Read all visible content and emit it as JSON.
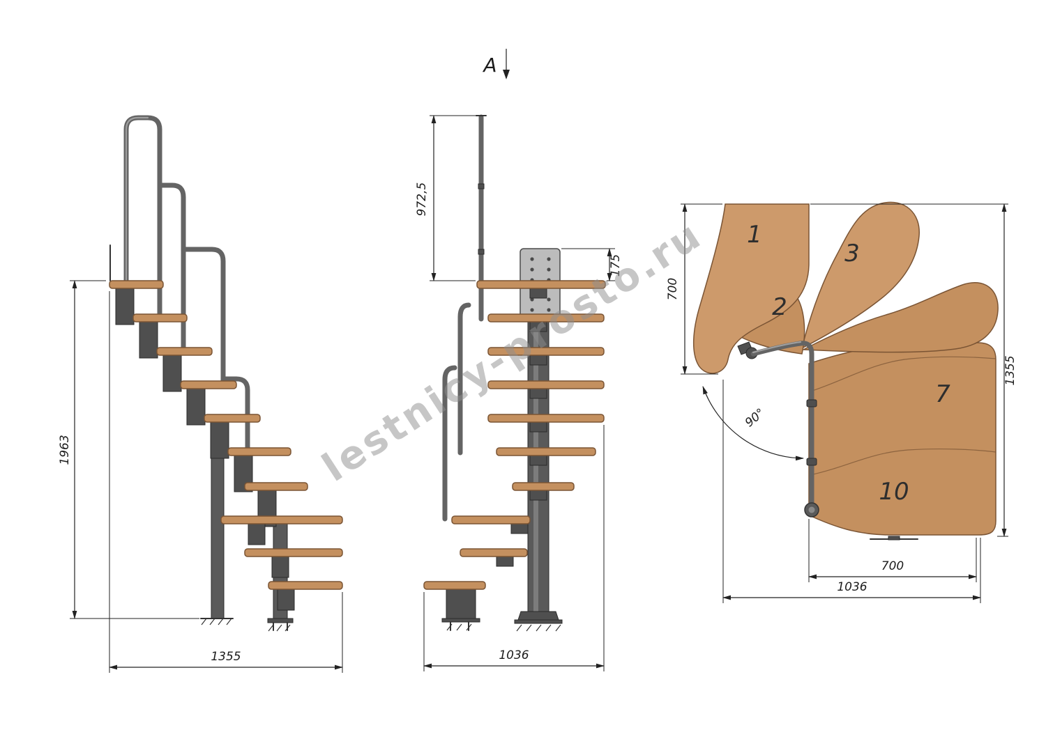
{
  "watermark": {
    "text": "lestnicy-prosto.ru"
  },
  "section_label": "A",
  "side_view": {
    "dim_height": "1963",
    "dim_width": "1355"
  },
  "front_view": {
    "dim_rail_height": "972,5",
    "dim_plate": "175",
    "dim_width": "1036"
  },
  "plan_view": {
    "dim_left": "700",
    "dim_right": "1355",
    "dim_angle": "90°",
    "dim_bottom_inner": "700",
    "dim_bottom_outer": "1036",
    "treads": [
      "1",
      "2",
      "3",
      "7",
      "10"
    ]
  },
  "colors": {
    "wood": "#c4905f",
    "metal": "#4f4f4f",
    "dimension_text": "#1c1c1c",
    "watermark": "#8f8f8f",
    "background": "#ffffff"
  }
}
